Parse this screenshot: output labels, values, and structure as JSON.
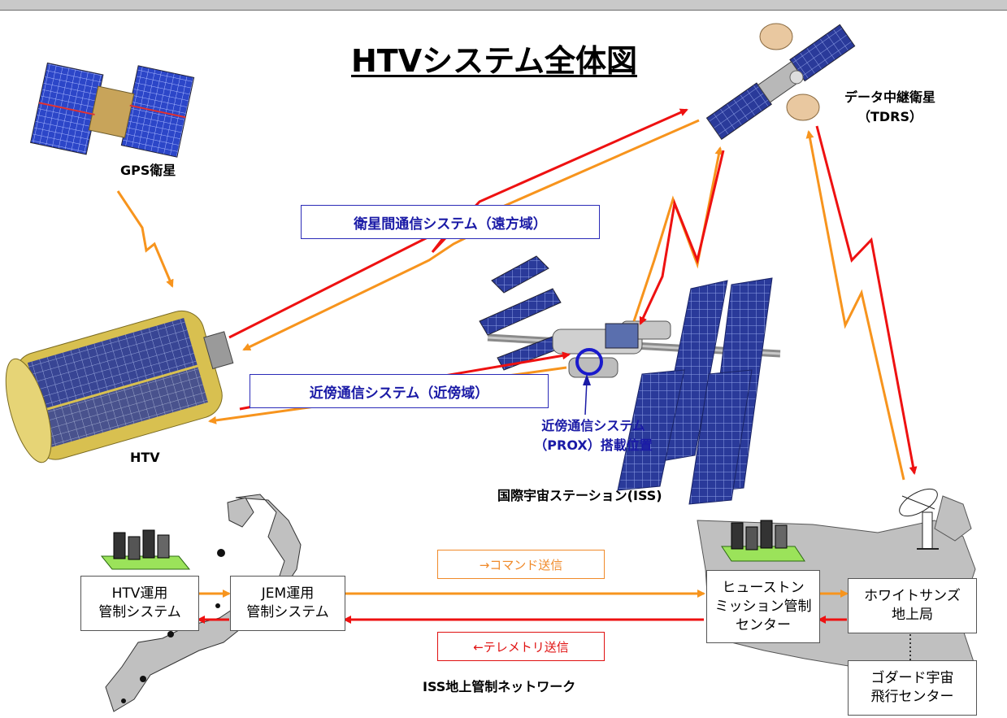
{
  "title": "HTVシステム全体図",
  "labels": {
    "gps": "GPS衛星",
    "tdrs_line1": "データ中継衛星",
    "tdrs_line2": "（TDRS）",
    "htv": "HTV",
    "iss": "国際宇宙ステーション(ISS)",
    "prox_line1": "近傍通信システム",
    "prox_line2": "（PROX）搭載位置",
    "network": "ISS地上管制ネットワーク"
  },
  "links": {
    "far_range": "衛星間通信システム（遠方域）",
    "proximity": "近傍通信システム（近傍域）",
    "command": "→コマンド送信",
    "telemetry": "←テレメトリ送信"
  },
  "boxes": {
    "htv_ops": [
      "HTV運用",
      "管制システム"
    ],
    "jem_ops": [
      "JEM運用",
      "管制システム"
    ],
    "houston": [
      "ヒューストン",
      "ミッション管制",
      "センター"
    ],
    "white_sands": [
      "ホワイトサンズ",
      "地上局"
    ],
    "goddard": [
      "ゴダード宇宙",
      "飛行センター"
    ]
  },
  "colors": {
    "orange_signal": "#f7941d",
    "red_signal": "#ee1111",
    "blue_label": "#1a1aa6",
    "land_gray": "#c0c0c0"
  },
  "icons": {
    "gps_satellite": "satellite",
    "tdrs_satellite": "satellite",
    "htv_vehicle": "spacecraft",
    "iss_station": "space-station",
    "ground_antenna": "dish-antenna",
    "control_building": "building"
  }
}
